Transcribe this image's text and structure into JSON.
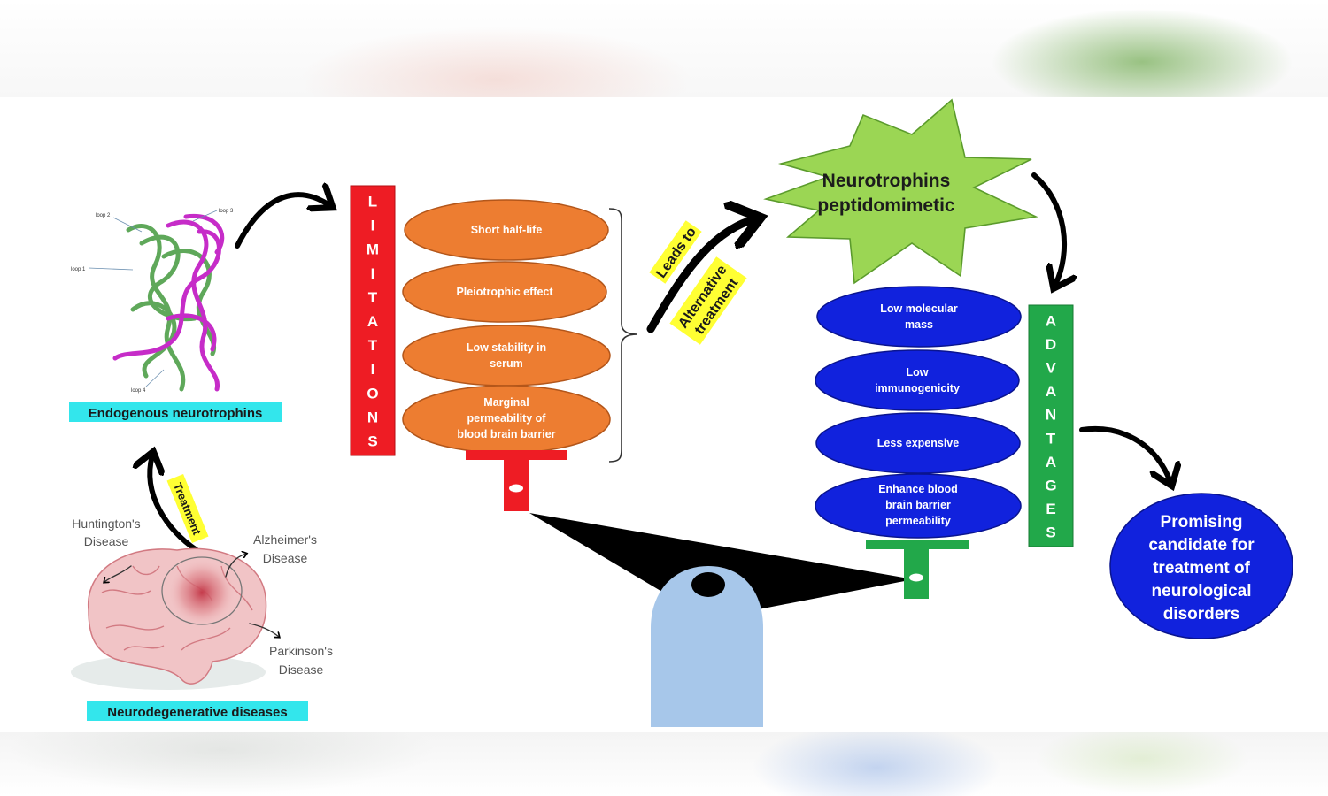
{
  "endogenous_label": "Endogenous neurotrophins",
  "neurodegenerative_label": "Neurodegenerative diseases",
  "treatment_label": "Treatment",
  "diseases": {
    "huntington": [
      "Huntington's",
      "Disease"
    ],
    "alzheimer": [
      "Alzheimer's",
      "Disease"
    ],
    "parkinson": [
      "Parkinson's",
      "Disease"
    ]
  },
  "protein_loops": [
    "loop 1",
    "loop 2",
    "loop 3",
    "loop 4"
  ],
  "limitations_title": "LIMITATIONS",
  "limitations": [
    [
      "Short half-life"
    ],
    [
      "Pleiotrophic effect"
    ],
    [
      "Low stability in",
      "serum"
    ],
    [
      "Marginal",
      "permeability of",
      "blood brain barrier"
    ]
  ],
  "leads_to_label": "Leads to",
  "alternative_treatment_label": [
    "Alternative",
    "treatment"
  ],
  "peptidomimetic_title": [
    "Neurotrophins",
    "peptidomimetic"
  ],
  "advantages_title": "ADVANTAGES",
  "advantages": [
    [
      "Low molecular",
      "mass"
    ],
    [
      "Low",
      "immunogenicity"
    ],
    [
      "Less expensive"
    ],
    [
      "Enhance blood",
      "brain barrier",
      "permeability"
    ]
  ],
  "promising_text": [
    "Promising",
    "candidate for",
    "treatment of",
    "neurological",
    "disorders"
  ],
  "colors": {
    "red": "#ee1c24",
    "orange": "#ed7d31",
    "green_star": "#9bd654",
    "blue": "#1122dd",
    "green_bar": "#22a84a",
    "cyan": "#33e6ec",
    "yellow": "#ffff33",
    "fulcrum": "#a7c7ea"
  }
}
